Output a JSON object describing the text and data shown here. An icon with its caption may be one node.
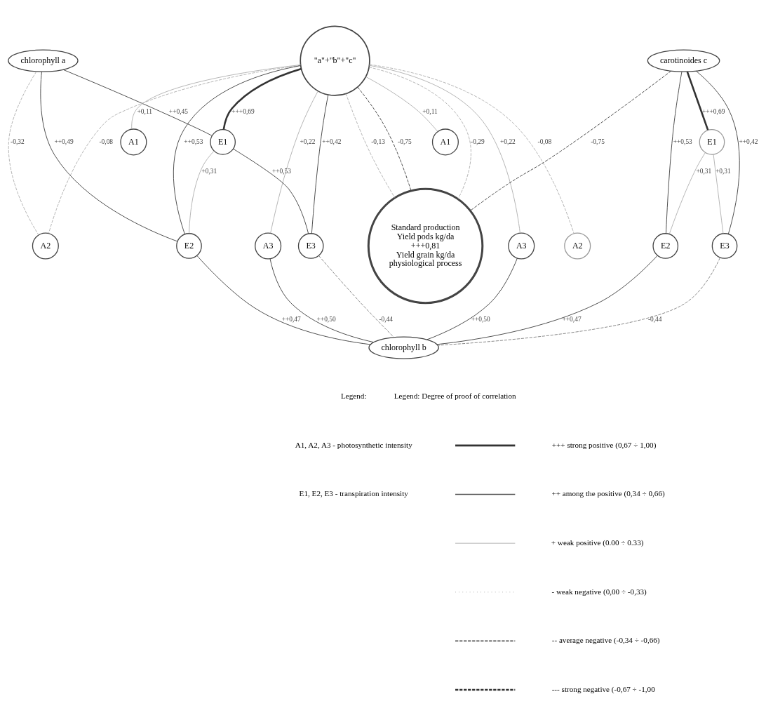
{
  "diagram": {
    "nodes": [
      {
        "text": [
          "chlorophyll a"
        ]
      },
      {
        "text": [
          "\"a\"+\"b\"+\"c\""
        ]
      },
      {
        "text": [
          "carotinoides c"
        ]
      },
      {
        "text": [
          "A1"
        ]
      },
      {
        "text": [
          "E1"
        ]
      },
      {
        "text": [
          "A2"
        ]
      },
      {
        "text": [
          "E2"
        ]
      },
      {
        "text": [
          "A3"
        ]
      },
      {
        "text": [
          "E3"
        ]
      },
      {
        "text": [
          "Standard production",
          "Yield pods kg/da",
          "+++0,81",
          "Yield grain kg/da",
          "physiological process"
        ]
      },
      {
        "text": [
          "A1"
        ]
      },
      {
        "text": [
          "E1"
        ]
      },
      {
        "text": [
          "A2"
        ]
      },
      {
        "text": [
          "E2"
        ]
      },
      {
        "text": [
          "A3"
        ]
      },
      {
        "text": [
          "E3"
        ]
      },
      {
        "text": [
          "chlorophyll b"
        ]
      }
    ],
    "edges": [
      {
        "from": 0,
        "to": 6,
        "arrow": "none",
        "label": "++0,49"
      },
      {
        "from": 0,
        "to": 4,
        "arrow": "none",
        "label": "++0,45"
      },
      {
        "from": 1,
        "to": 4,
        "arrow": "none",
        "label": "+++0,69",
        "style": "thick"
      },
      {
        "from": 1,
        "to": 3,
        "arrow": "none",
        "label": "+0,11",
        "color": "#aaaaaa"
      },
      {
        "from": 0,
        "to": 5,
        "arrow": "none",
        "label": "-0,32",
        "style": "dashed",
        "color": "#aaaaaa"
      },
      {
        "from": 1,
        "to": 5,
        "arrow": "none",
        "label": "-0,08",
        "style": "dashed",
        "color": "#aaaaaa"
      },
      {
        "from": 1,
        "to": 6,
        "arrow": "none",
        "label": "++0,53"
      },
      {
        "from": 1,
        "to": 8,
        "arrow": "none",
        "label": "++0,42"
      },
      {
        "from": 1,
        "to": 7,
        "arrow": "none",
        "label": "+0,22",
        "color": "#aaaaaa"
      },
      {
        "from": 1,
        "to": 9,
        "arrow": "none",
        "label": "-0,13",
        "style": "dashed",
        "color": "#aaaaaa"
      },
      {
        "from": 1,
        "to": 9,
        "arrow": "none",
        "label": "-0,75",
        "style": "dashed"
      },
      {
        "from": 1,
        "to": 9,
        "arrow": "none",
        "label": "-0,29",
        "style": "dashed",
        "color": "#aaaaaa"
      },
      {
        "from": 2,
        "to": 9,
        "arrow": "none",
        "label": "-0,75",
        "style": "dashed"
      },
      {
        "from": 4,
        "to": 6,
        "arrow": "none",
        "label": "+0,31",
        "color": "#aaaaaa"
      },
      {
        "from": 4,
        "to": 8,
        "arrow": "none",
        "label": "++0,53"
      },
      {
        "from": 1,
        "to": 10,
        "arrow": "none",
        "label": "+0,11",
        "color": "#aaaaaa"
      },
      {
        "from": 2,
        "to": 11,
        "arrow": "none",
        "label": "+++0,69",
        "style": "thick"
      },
      {
        "from": 2,
        "to": 13,
        "arrow": "none",
        "label": "++0,53"
      },
      {
        "from": 2,
        "to": 15,
        "arrow": "none",
        "label": "++0,42"
      },
      {
        "from": 1,
        "to": 12,
        "arrow": "none",
        "label": "-0,08",
        "style": "dashed",
        "color": "#aaaaaa"
      },
      {
        "from": 1,
        "to": 14,
        "arrow": "none",
        "label": "+0,22",
        "color": "#aaaaaa"
      },
      {
        "from": 11,
        "to": 15,
        "arrow": "none",
        "label": "+0,31",
        "color": "#aaaaaa"
      },
      {
        "from": 11,
        "to": 13,
        "arrow": "none",
        "label": "+0,31",
        "color": "#aaaaaa"
      },
      {
        "from": 6,
        "to": 16,
        "arrow": "none",
        "label": "++0,47"
      },
      {
        "from": 7,
        "to": 16,
        "arrow": "none",
        "label": "++0,50"
      },
      {
        "from": 8,
        "to": 16,
        "arrow": "none",
        "label": "-0,44",
        "style": "dashed",
        "color": "#777777"
      },
      {
        "from": 13,
        "to": 16,
        "arrow": "none",
        "label": "++0,47"
      },
      {
        "from": 14,
        "to": 16,
        "arrow": "none",
        "label": "++0,50"
      },
      {
        "from": 15,
        "to": 16,
        "arrow": "none",
        "label": "-0,44",
        "style": "dashed",
        "color": "#777777"
      }
    ],
    "labels": [
      "Legend:",
      "A1, A2, A3 - photosynthetic intensity",
      "E1, E2, E3 - transpiration intensity",
      "Legend: Degree of proof of correlation"
    ],
    "legend": [
      {
        "text": "+++ strong positive (0,67 ÷ 1,00)"
      },
      {
        "text": "++ among the positive (0,34 ÷ 0,66)"
      },
      {
        "text": "+ weak positive (0.00 ÷ 0.33)"
      },
      {
        "text": "- weak negative (0,00 ÷ -0,33)"
      },
      {
        "text": "-- average negative (-0,34 ÷ -0,66)"
      },
      {
        "text": "--- strong negative (-0,67 ÷ -1,00"
      }
    ]
  }
}
